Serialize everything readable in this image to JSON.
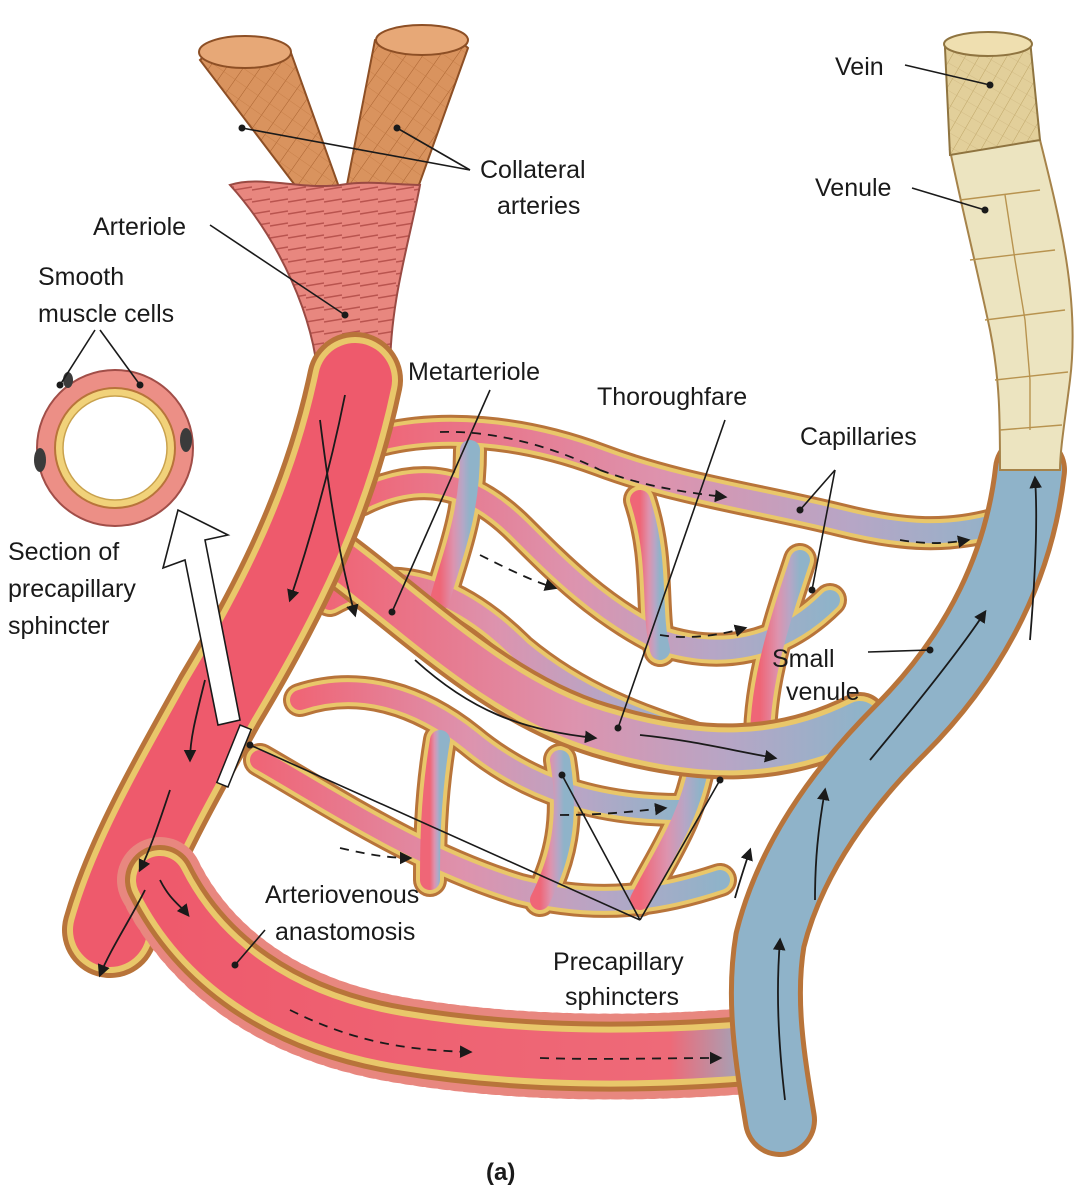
{
  "labels": {
    "vein": "Vein",
    "venule": "Venule",
    "collateral_arteries_1": "Collateral",
    "collateral_arteries_2": "arteries",
    "arteriole": "Arteriole",
    "smooth_muscle_1": "Smooth",
    "smooth_muscle_2": "muscle cells",
    "metarteriole": "Metarteriole",
    "thoroughfare": "Thoroughfare",
    "capillaries": "Capillaries",
    "section_1": "Section of",
    "section_2": "precapillary",
    "section_3": "sphincter",
    "small_venule_1": "Small",
    "small_venule_2": "venule",
    "av_anastomosis_1": "Arteriovenous",
    "av_anastomosis_2": "anastomosis",
    "precapillary_1": "Precapillary",
    "precapillary_2": "sphincters",
    "panel": "(a)"
  },
  "colors": {
    "artery_tan": "#d9935e",
    "arteriole_pink": "#e8877f",
    "arterial_red": "#ee5a6c",
    "capillary_mauve": "#d79bb2",
    "venous_blue": "#8fb3c9",
    "vein_tan": "#e2cf9a",
    "venule_cream": "#ece4c0",
    "wall_yellow": "#e9c76a",
    "wall_outline": "#b8743a"
  }
}
